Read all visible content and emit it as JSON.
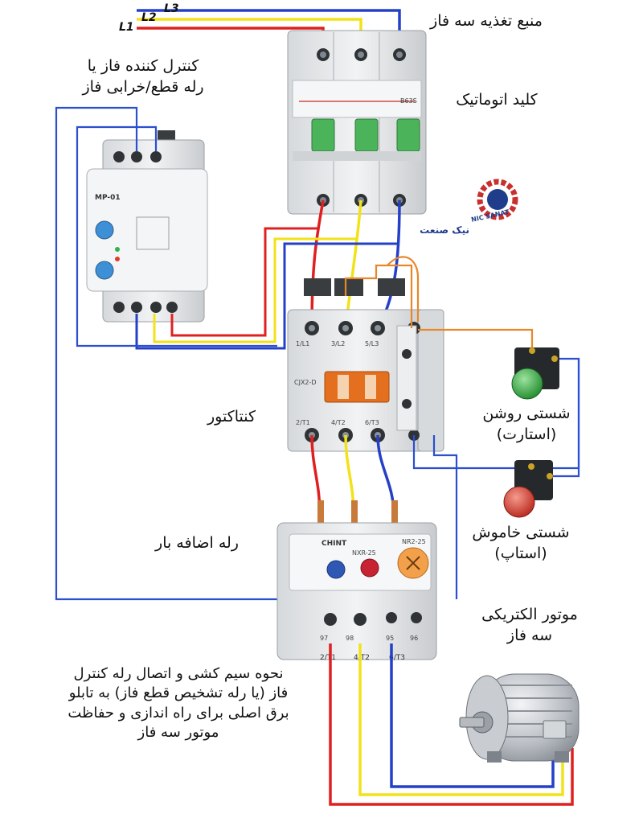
{
  "phases": {
    "l1": "L1",
    "l2": "L2",
    "l3": "L3"
  },
  "labels": {
    "supply": "منبع تغذیه سه فاز",
    "breaker": "کلید اتوماتیک",
    "phase_relay": "کنترل کننده فاز یا\nرله قطع/خرابی فاز",
    "contactor": "کنتاکتور",
    "start_button": "شستی روشن\n(استارت)",
    "stop_button": "شستی خاموش\n(استاپ)",
    "overload": "رله اضافه بار",
    "motor": "موتور الکتریکی\nسه فاز",
    "description": "نحوه سیم کشی و اتصال رله کنترل\nفاز (یا رله تشخیص قطع فاز) به تابلو\nبرق اصلی برای راه اندازی و حفاظت\nموتور سه فاز"
  },
  "logo": {
    "en": "NIC SANAT",
    "fa": "نیک صنعت"
  },
  "device_marks": {
    "breaker_model": "B63S",
    "relay_model": "MP-01",
    "contactor_top": [
      "1/L1",
      "3/L2",
      "5/L3"
    ],
    "contactor_bottom": [
      "2/T1",
      "4/T2",
      "6/T3"
    ],
    "contactor_model": "CJX2-D",
    "overload_brand": "CHINT",
    "overload_model": "NR2-25",
    "overload_sub": "NXR-25",
    "overload_bottom": [
      "2/T1",
      "4/T2",
      "6/T3"
    ],
    "overload_aux": [
      "97",
      "98",
      "95",
      "96"
    ]
  },
  "colors": {
    "l1": "#e02020",
    "l2": "#f2e21a",
    "l3": "#2440c8",
    "control_orange": "#e8872a",
    "control_blue": "#2a4fd0",
    "start_button": "#3ab54a",
    "stop_button": "#e23a2a",
    "device_body": "#e8eaec"
  }
}
